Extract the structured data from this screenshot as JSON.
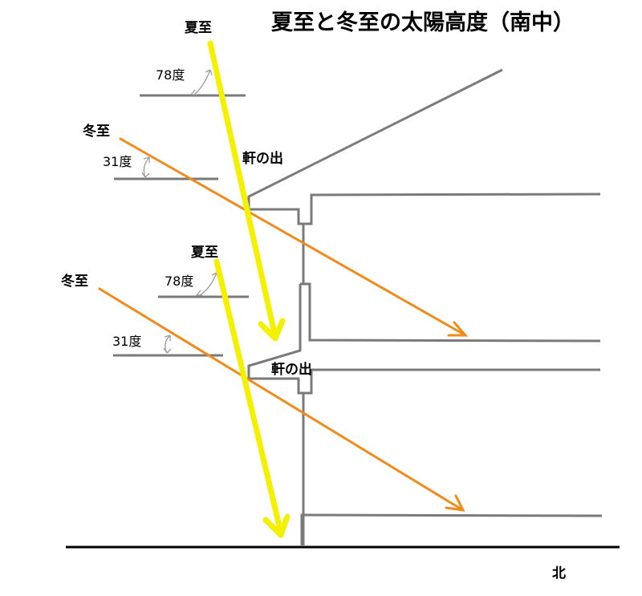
{
  "title": "夏至と冬至の太陽高度（南中）",
  "labels": {
    "summer_top": "夏至",
    "winter_top": "冬至",
    "deg78_top": "78度",
    "deg31_top": "31度",
    "eaves_top": "軒の出",
    "summer_bottom": "夏至",
    "winter_bottom": "冬至",
    "deg78_bottom": "78度",
    "deg31_bottom": "31度",
    "eaves_bottom": "軒の出",
    "north": "北"
  },
  "colors": {
    "summer_ray": "#f5f000",
    "winter_ray": "#f28a1a",
    "building": "#7a7a7a",
    "ground": "#000000",
    "angle_arc": "#9a9a9a"
  },
  "angles": {
    "summer_solstice_deg": 78,
    "winter_solstice_deg": 31
  }
}
